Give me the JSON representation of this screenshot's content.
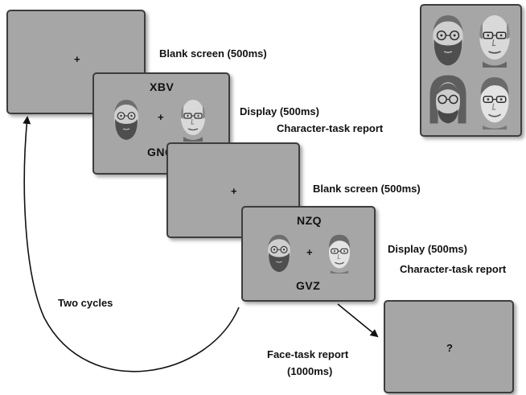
{
  "screens": {
    "blank_1": {
      "fixation": "+"
    },
    "display_1": {
      "top": "XBV",
      "fixation": "+",
      "bottom": "GNQ"
    },
    "blank_2": {
      "fixation": "+"
    },
    "display_2": {
      "top": "NZQ",
      "fixation": "+",
      "bottom": "GVZ"
    },
    "response": {
      "symbol": "?"
    }
  },
  "labels": {
    "blank_1": "Blank screen (500ms)",
    "display_1": "Display (500ms)",
    "char_report_1": "Character-task report",
    "blank_2": "Blank screen (500ms)",
    "display_2": "Display (500ms)",
    "char_report_2": "Character-task report",
    "cycles": "Two cycles",
    "face_report": "Face-task report",
    "face_report_time": "(1000ms)"
  },
  "faces": {
    "display_1": [
      "bearded-man",
      "bald-man"
    ],
    "display_2": [
      "bearded-man",
      "young-man-glasses"
    ],
    "legend": [
      "bearded-man",
      "bald-man",
      "long-haired-man",
      "young-man-glasses"
    ]
  }
}
